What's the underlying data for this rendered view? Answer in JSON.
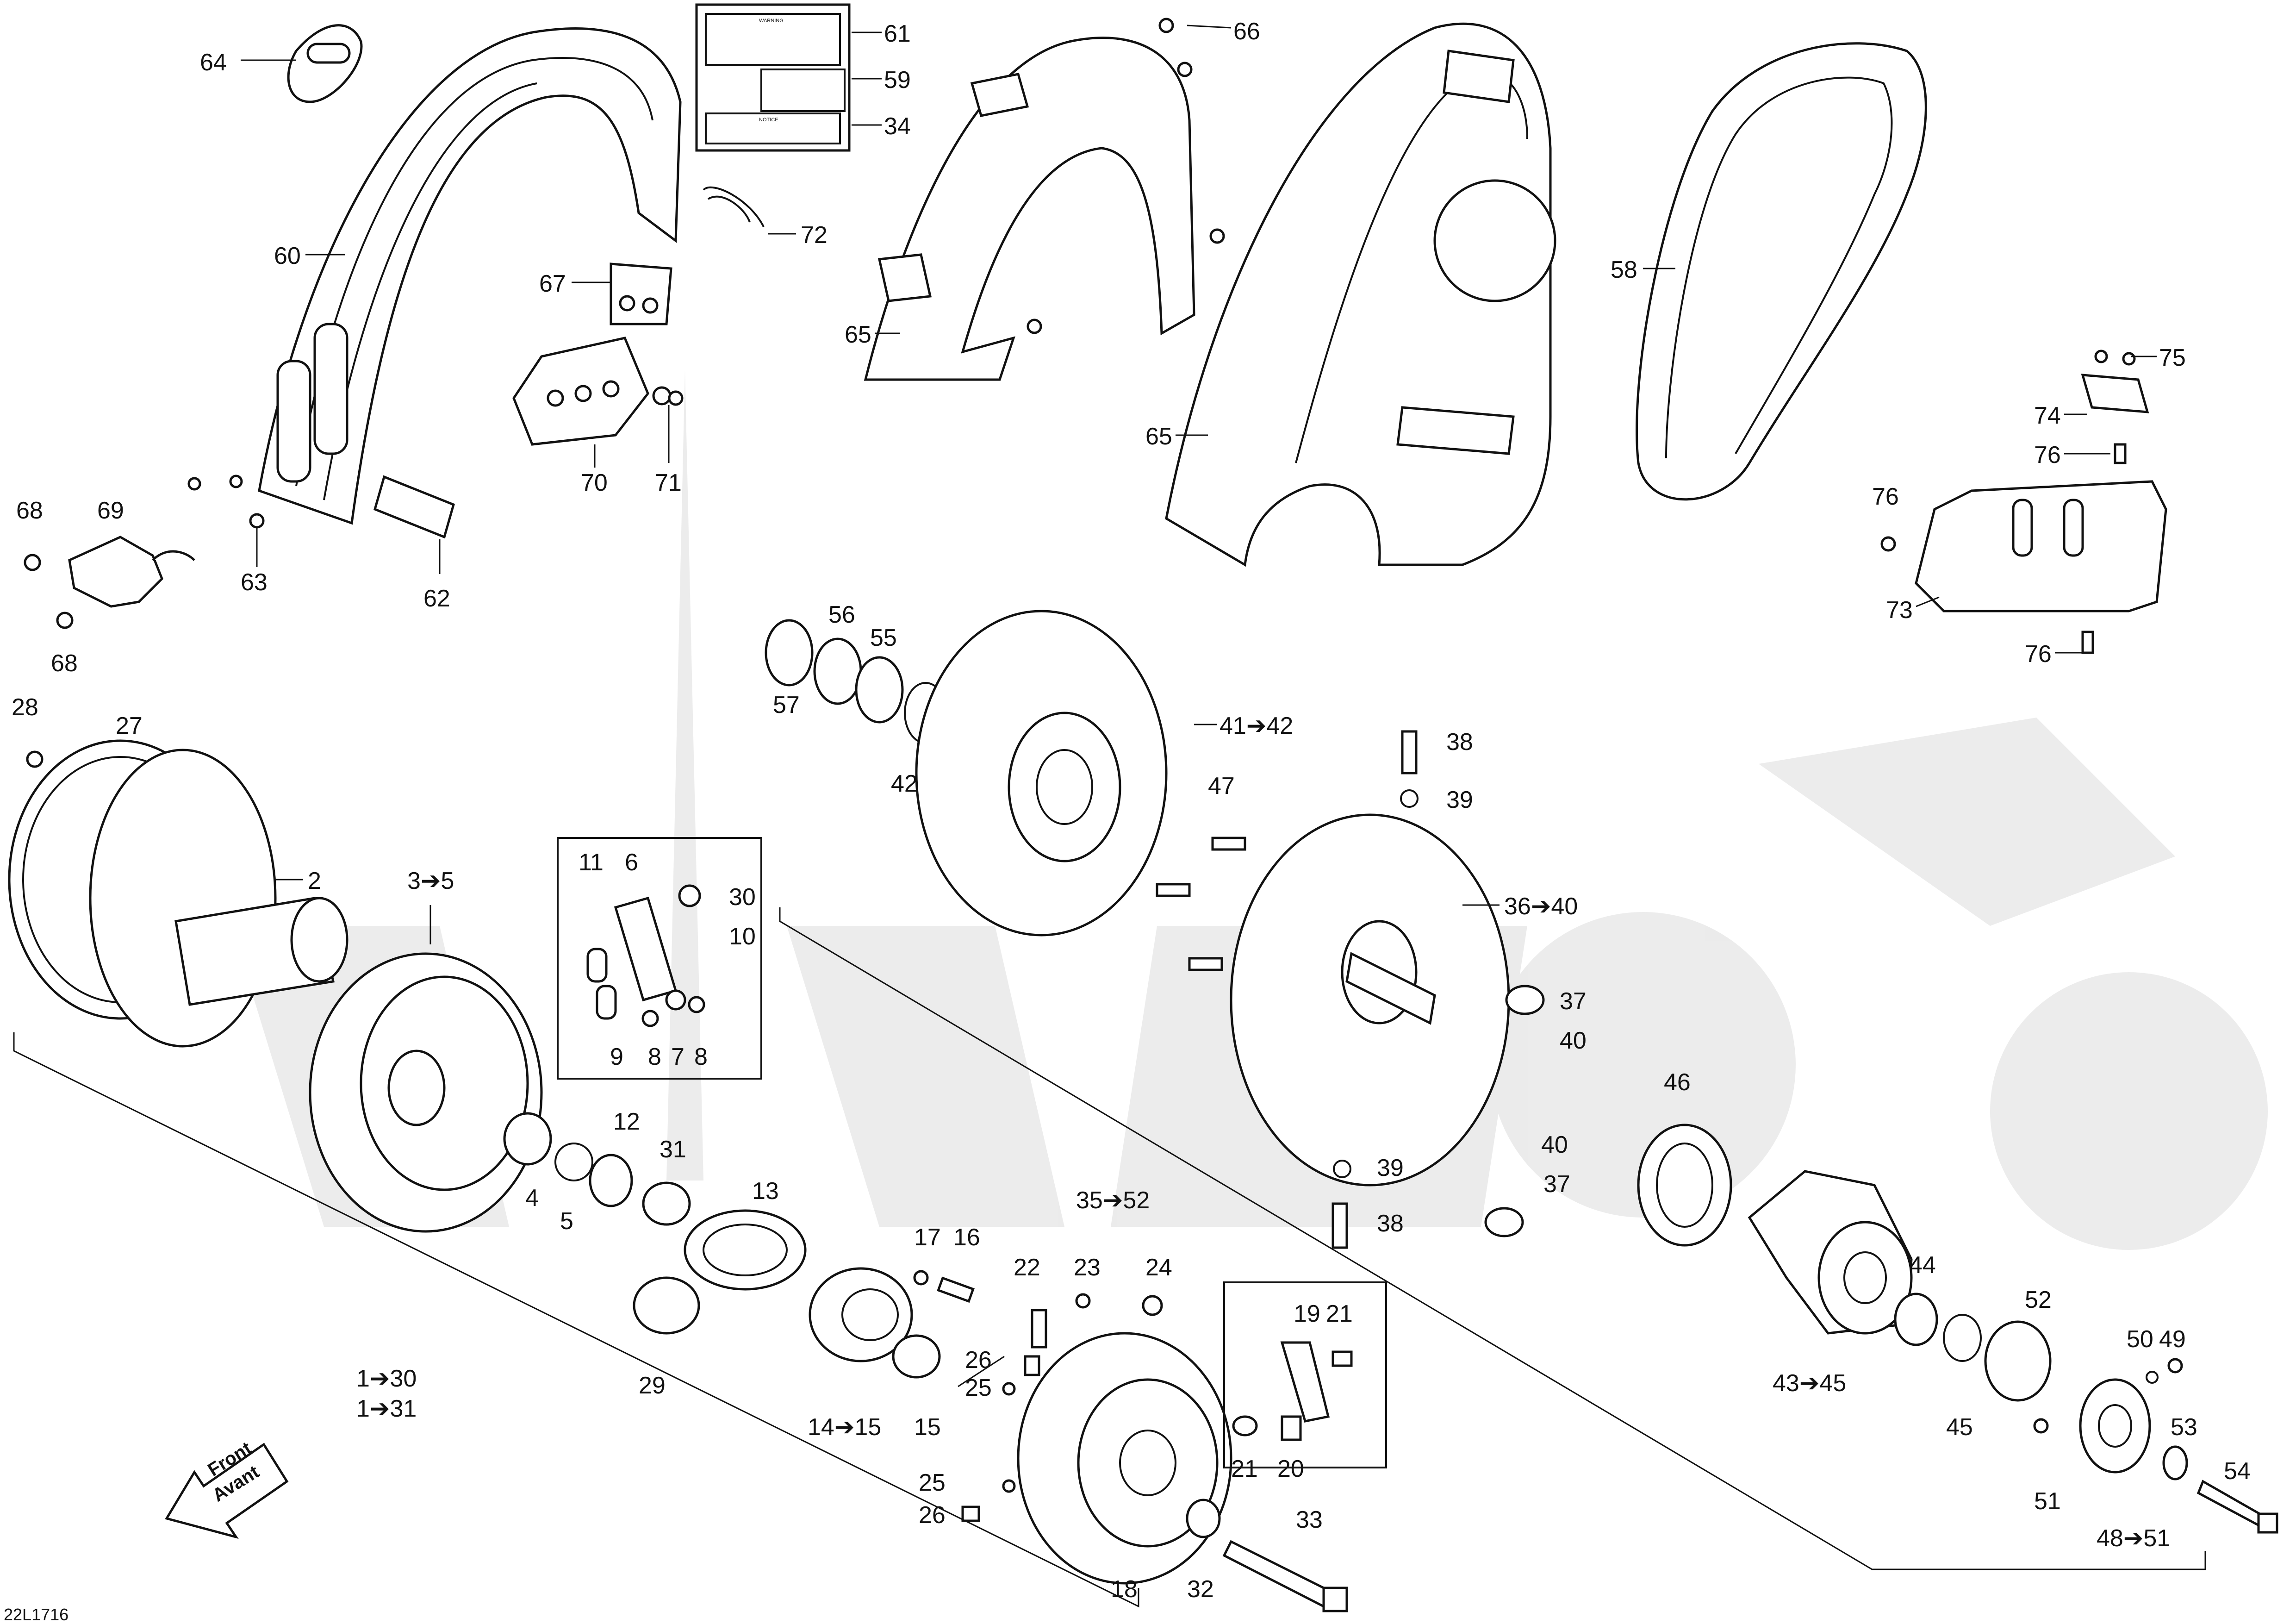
{
  "doc_id": "22L1716",
  "front_label": {
    "line1": "Front",
    "line2": "Avant"
  },
  "decals": {
    "warning_title": "WARNING",
    "caution_title": "NOTICE"
  },
  "callouts": [
    "64",
    "61",
    "59",
    "34",
    "60",
    "72",
    "67",
    "70",
    "71",
    "68",
    "69",
    "68",
    "63",
    "62",
    "66",
    "65",
    "65",
    "58",
    "75",
    "74",
    "76",
    "76",
    "73",
    "76",
    "28",
    "27",
    "2",
    "3➔5",
    "11",
    "6",
    "30",
    "10",
    "9",
    "8",
    "7",
    "8",
    "4",
    "5",
    "12",
    "31",
    "13",
    "29",
    "17",
    "16",
    "14➔15",
    "15",
    "22",
    "23",
    "24",
    "26",
    "25",
    "25",
    "26",
    "18",
    "32",
    "33",
    "19",
    "21",
    "21",
    "20",
    "1➔30",
    "1➔31",
    "56",
    "55",
    "57",
    "42",
    "41➔42",
    "47",
    "38",
    "39",
    "36➔40",
    "37",
    "40",
    "35➔52",
    "39",
    "40",
    "37",
    "38",
    "46",
    "44",
    "52",
    "43➔45",
    "45",
    "50",
    "49",
    "53",
    "51",
    "48➔51",
    "54"
  ]
}
